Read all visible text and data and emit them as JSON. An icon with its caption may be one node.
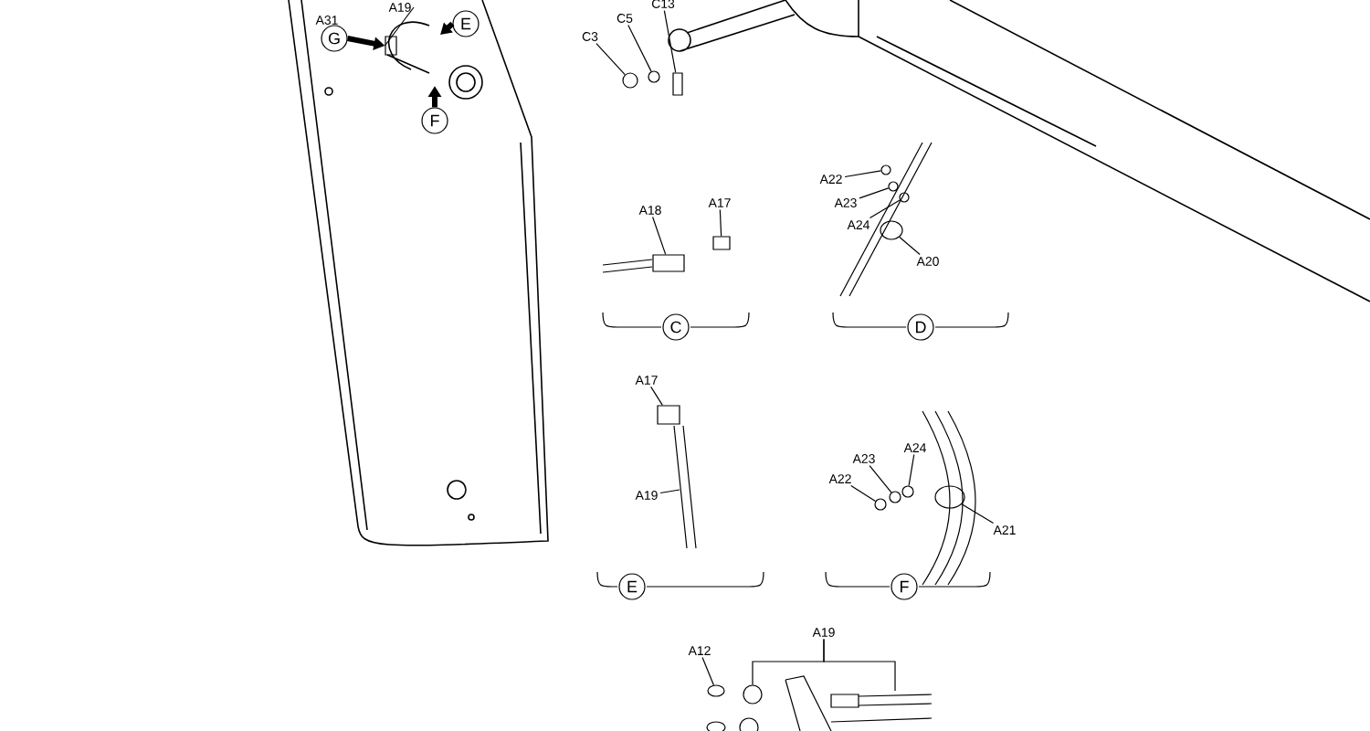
{
  "diagram": {
    "nodes": [
      {
        "text": [
          "A31"
        ]
      },
      {
        "text": [
          "A19"
        ]
      },
      {
        "text": [
          "G"
        ]
      },
      {
        "text": [
          "E"
        ]
      },
      {
        "text": [
          "F"
        ]
      },
      {
        "text": [
          "C13"
        ]
      },
      {
        "text": [
          "C5"
        ]
      },
      {
        "text": [
          "C3"
        ]
      },
      {
        "text": [
          "A18"
        ]
      },
      {
        "text": [
          "A17"
        ]
      },
      {
        "text": [
          "C"
        ]
      },
      {
        "text": [
          "A22"
        ]
      },
      {
        "text": [
          "A23"
        ]
      },
      {
        "text": [
          "A24"
        ]
      },
      {
        "text": [
          "A20"
        ]
      },
      {
        "text": [
          "D"
        ]
      },
      {
        "text": [
          "A17"
        ]
      },
      {
        "text": [
          "A19"
        ]
      },
      {
        "text": [
          "E"
        ]
      },
      {
        "text": [
          "A22"
        ]
      },
      {
        "text": [
          "A23"
        ]
      },
      {
        "text": [
          "A24"
        ]
      },
      {
        "text": [
          "A21"
        ]
      },
      {
        "text": [
          "F"
        ]
      },
      {
        "text": [
          "A12"
        ]
      },
      {
        "text": [
          "A19"
        ]
      },
      {
        "text": [],
        "shape": "box"
      },
      {
        "text": [],
        "shape": "circle"
      },
      {
        "text": [],
        "shape": "circle"
      },
      {
        "text": [],
        "shape": "box"
      },
      {
        "text": [],
        "shape": "box"
      },
      {
        "text": [],
        "shape": "circle"
      },
      {
        "text": [],
        "shape": "circle"
      },
      {
        "text": [],
        "shape": "circle"
      },
      {
        "text": [],
        "shape": "circle"
      },
      {
        "text": [],
        "shape": "box"
      },
      {
        "text": [],
        "shape": "circle"
      },
      {
        "text": [],
        "shape": "circle"
      },
      {
        "text": [],
        "shape": "circle"
      },
      {
        "text": [],
        "shape": "circle"
      },
      {
        "text": [],
        "shape": "circle"
      },
      {
        "text": [],
        "shape": "circle"
      },
      {
        "text": [],
        "shape": "box"
      }
    ],
    "edges": [
      {
        "from": 1,
        "to": 42,
        "arrow": "none"
      },
      {
        "from": 2,
        "to": 42,
        "arrow": "to",
        "style": "thick"
      },
      {
        "from": 3,
        "to": null,
        "arrow": "to",
        "style": "thick"
      },
      {
        "from": 4,
        "to": null,
        "arrow": "to",
        "style": "thick"
      },
      {
        "from": 5,
        "to": 26,
        "arrow": "none"
      },
      {
        "from": 6,
        "to": 27,
        "arrow": "none"
      },
      {
        "from": 7,
        "to": 28,
        "arrow": "none"
      },
      {
        "from": 8,
        "to": 29,
        "arrow": "none"
      },
      {
        "from": 9,
        "to": 30,
        "arrow": "none"
      },
      {
        "from": 11,
        "to": 31,
        "arrow": "none"
      },
      {
        "from": 12,
        "to": 32,
        "arrow": "none"
      },
      {
        "from": 13,
        "to": 33,
        "arrow": "none"
      },
      {
        "from": 14,
        "to": 34,
        "arrow": "none"
      },
      {
        "from": 16,
        "to": 35,
        "arrow": "none"
      },
      {
        "from": 17,
        "to": null,
        "arrow": "none"
      },
      {
        "from": 19,
        "to": 36,
        "arrow": "none"
      },
      {
        "from": 20,
        "to": 37,
        "arrow": "none"
      },
      {
        "from": 21,
        "to": 38,
        "arrow": "none"
      },
      {
        "from": 22,
        "to": 39,
        "arrow": "none"
      },
      {
        "from": 24,
        "to": 40,
        "arrow": "none"
      },
      {
        "from": 25,
        "to": 41,
        "arrow": "none"
      },
      {
        "from": 25,
        "to": null,
        "arrow": "none"
      }
    ]
  }
}
